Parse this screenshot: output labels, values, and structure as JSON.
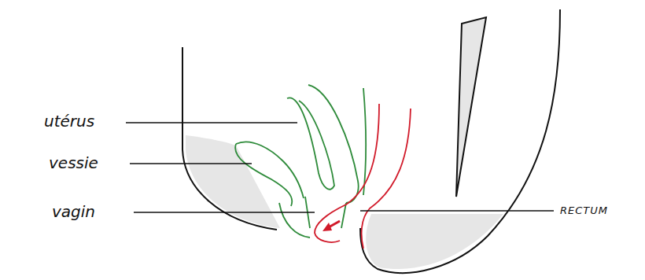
{
  "diagram": {
    "labels": [
      "utérus",
      "vessie",
      "vagin",
      "RECTUM"
    ]
  }
}
